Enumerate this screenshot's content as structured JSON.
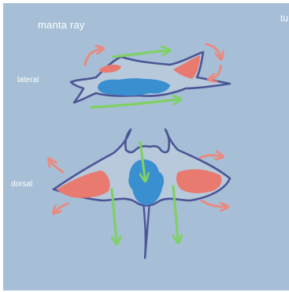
{
  "title": "manta ray",
  "corner_text": "tu",
  "views": {
    "lateral": "lateral",
    "dorsal": "dorsal"
  },
  "colors": {
    "background": "#a6bfd6",
    "outline": "#4c5596",
    "body_fill": "#d7dde6",
    "muscle_red": "#e87a70",
    "organ_blue": "#3a8fd0",
    "arrow_green": "#7fd065",
    "arrow_red": "#e98a80",
    "text": "#ffffff"
  },
  "icons": {
    "flow_arrow": "green-arrow",
    "movement_arrow": "curved-red-arrow"
  }
}
